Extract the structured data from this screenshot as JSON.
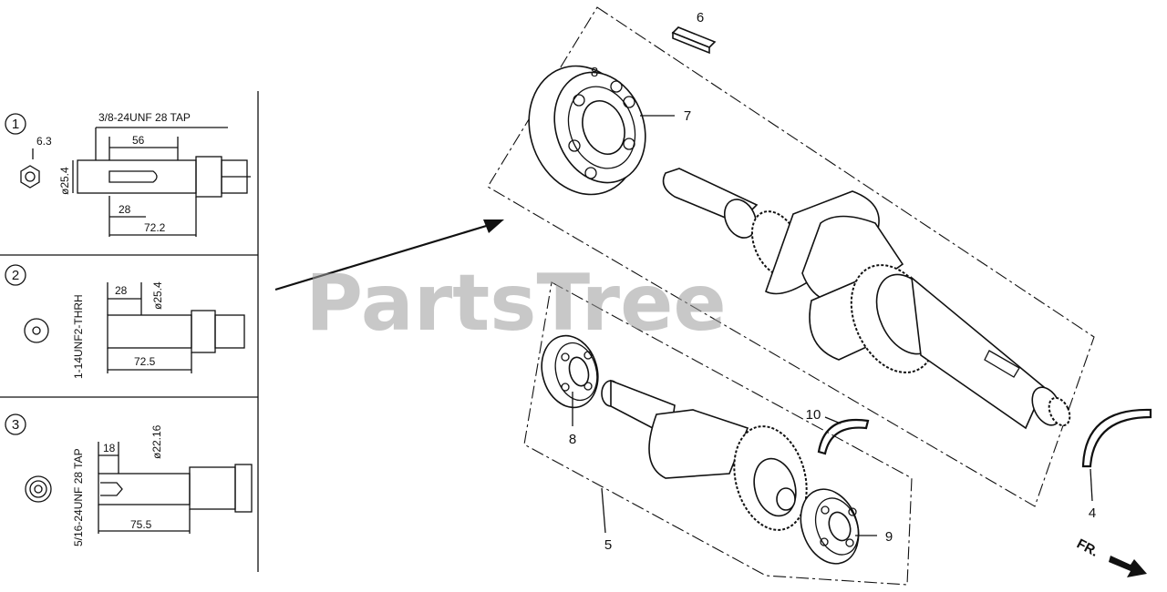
{
  "watermark": "PartsTree",
  "variants": [
    {
      "number": "1",
      "thread_note": "3/8-24UNF 28 TAP",
      "dims": {
        "a": "6.3",
        "b": "56",
        "diameter": "ø25.4",
        "c": "28",
        "d": "72.2"
      }
    },
    {
      "number": "2",
      "thread_note": "1-14UNF2-THRH",
      "dims": {
        "a": "28",
        "diameter": "ø25.4",
        "d": "72.5"
      }
    },
    {
      "number": "3",
      "thread_note": "5/16-24UNF 28 TAP",
      "dims": {
        "a": "18",
        "diameter": "ø22.16",
        "d": "75.5"
      }
    }
  ],
  "callouts": {
    "c4": "4",
    "c5": "5",
    "c6": "6",
    "c7": "7",
    "c8a": "8",
    "c8b": "8",
    "c9": "9",
    "c10": "10"
  },
  "front_label": "FR."
}
